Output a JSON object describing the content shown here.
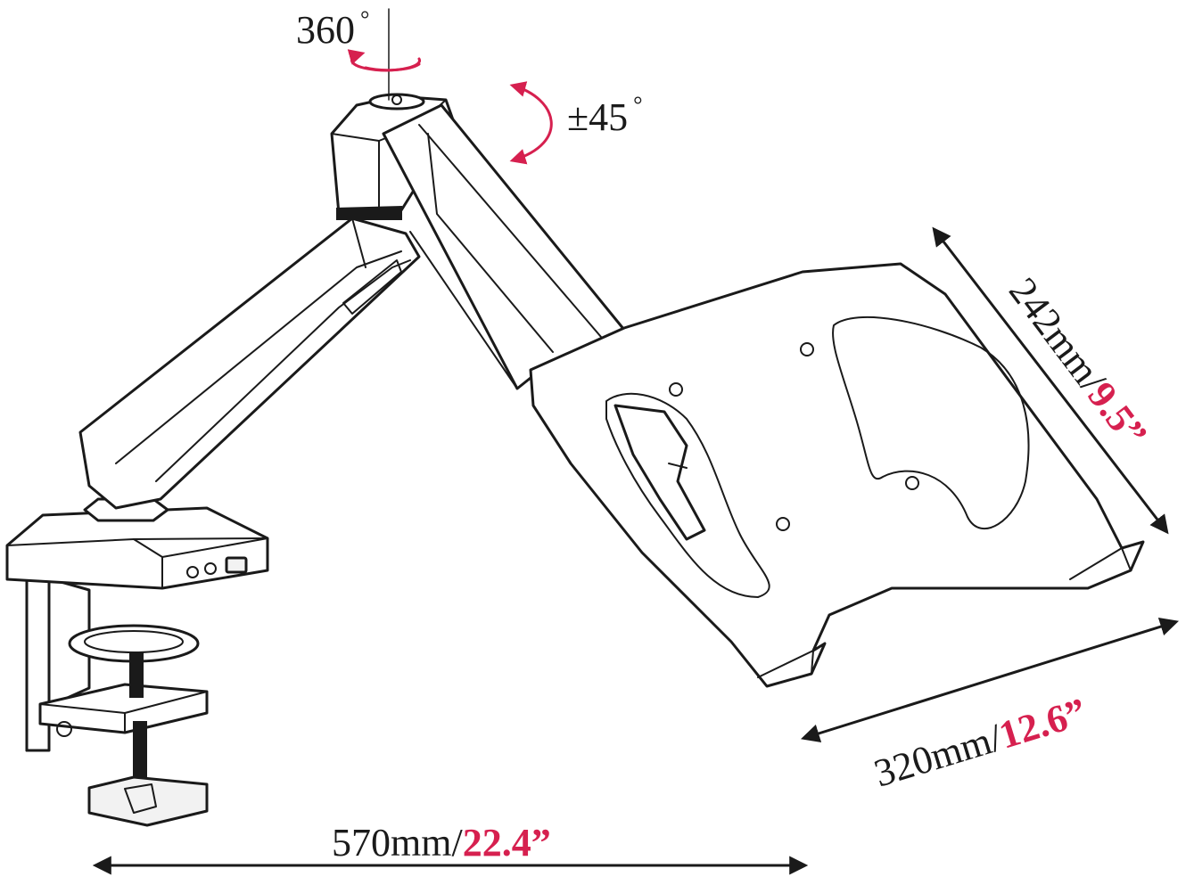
{
  "colors": {
    "ink": "#1a1a1a",
    "accent": "#d6204f",
    "background": "#ffffff"
  },
  "labels": {
    "rotation": "360",
    "rotation_unit": "°",
    "tilt": "±45",
    "tilt_unit": "°",
    "width_metric": "570mm/",
    "width_imperial": "22.4”",
    "depth_metric": "320mm/",
    "depth_imperial": "12.6”",
    "height_metric": "242mm/",
    "height_imperial": "9.5”"
  }
}
